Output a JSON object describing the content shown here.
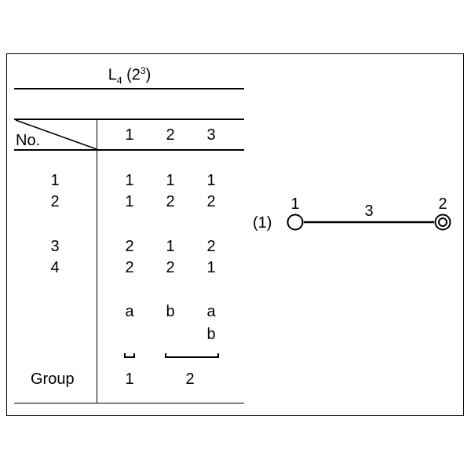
{
  "title": {
    "base": "L",
    "sub": "4",
    "paren_open": " (2",
    "sup": "3",
    "paren_close": ")"
  },
  "header": {
    "no_label": "No.",
    "columns": [
      "1",
      "2",
      "3"
    ]
  },
  "rows": [
    {
      "no": "1",
      "values": [
        "1",
        "1",
        "1"
      ]
    },
    {
      "no": "2",
      "values": [
        "1",
        "2",
        "2"
      ]
    },
    {
      "no": "3",
      "values": [
        "2",
        "1",
        "2"
      ]
    },
    {
      "no": "4",
      "values": [
        "2",
        "2",
        "1"
      ]
    }
  ],
  "components": [
    [
      "a"
    ],
    [
      "b"
    ],
    [
      "a",
      "b"
    ]
  ],
  "group": {
    "label": "Group",
    "values": [
      "1",
      "2"
    ]
  },
  "graph": {
    "label": "(1)",
    "node_left": "1",
    "edge": "3",
    "node_right": "2"
  }
}
